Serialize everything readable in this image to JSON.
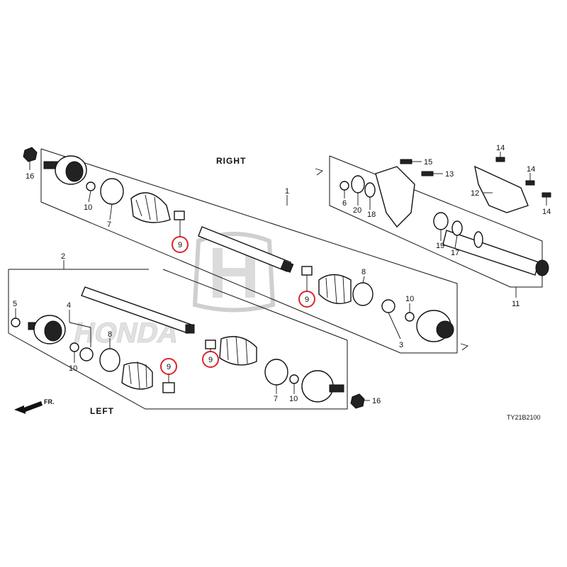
{
  "headers": {
    "right": "RIGHT",
    "left": "LEFT"
  },
  "direction": "FR.",
  "diagram_code": "TY21B2100",
  "watermark_text": "HONDA",
  "highlight_color": "#d9262e",
  "callouts": [
    {
      "id": "c16a",
      "text": "16"
    },
    {
      "id": "c10a",
      "text": "10"
    },
    {
      "id": "c7a",
      "text": "7"
    },
    {
      "id": "c9a",
      "text": "9"
    },
    {
      "id": "c1",
      "text": "1"
    },
    {
      "id": "c6",
      "text": "6"
    },
    {
      "id": "c20",
      "text": "20"
    },
    {
      "id": "c18",
      "text": "18"
    },
    {
      "id": "c15",
      "text": "15"
    },
    {
      "id": "c13",
      "text": "13"
    },
    {
      "id": "c14a",
      "text": "14"
    },
    {
      "id": "c14b",
      "text": "14"
    },
    {
      "id": "c14c",
      "text": "14"
    },
    {
      "id": "c12",
      "text": "12"
    },
    {
      "id": "c19",
      "text": "19"
    },
    {
      "id": "c17",
      "text": "17"
    },
    {
      "id": "c11",
      "text": "11"
    },
    {
      "id": "c8a",
      "text": "8"
    },
    {
      "id": "c9b",
      "text": "9"
    },
    {
      "id": "c10b",
      "text": "10"
    },
    {
      "id": "c3",
      "text": "3"
    },
    {
      "id": "c2",
      "text": "2"
    },
    {
      "id": "c5",
      "text": "5"
    },
    {
      "id": "c4",
      "text": "4"
    },
    {
      "id": "c8b",
      "text": "8"
    },
    {
      "id": "c10c",
      "text": "10"
    },
    {
      "id": "c9c",
      "text": "9"
    },
    {
      "id": "c9d",
      "text": "9"
    },
    {
      "id": "c7b",
      "text": "7"
    },
    {
      "id": "c10d",
      "text": "10"
    },
    {
      "id": "c16b",
      "text": "16"
    }
  ]
}
